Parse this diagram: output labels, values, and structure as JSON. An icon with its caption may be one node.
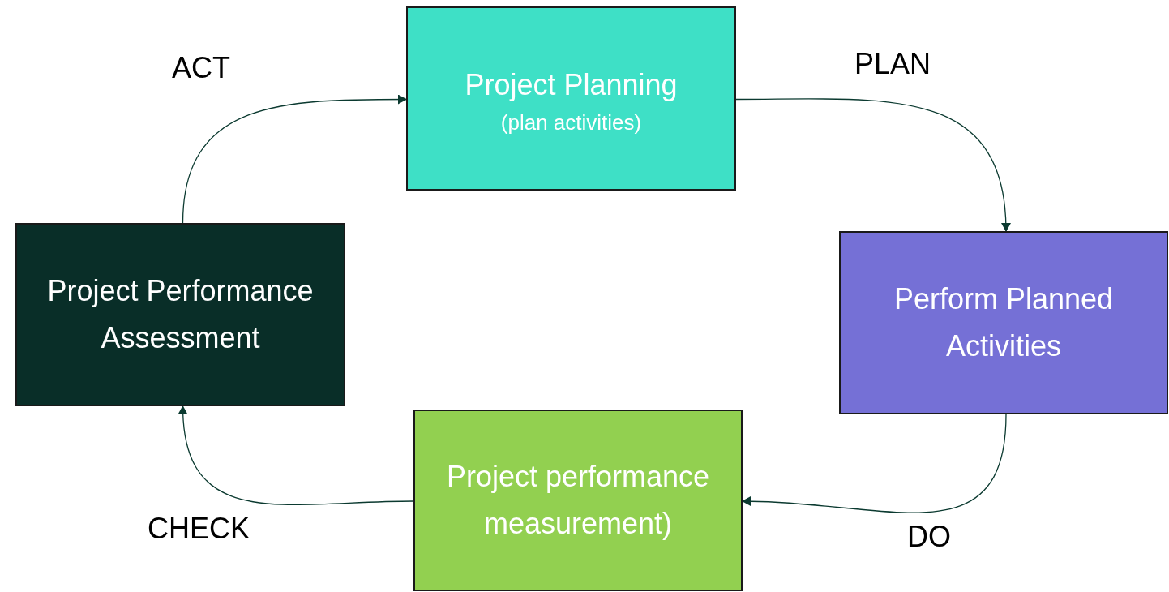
{
  "diagram": {
    "nodes": [
      {
        "text": [
          "Project Planning",
          "(plan activities)"
        ]
      },
      {
        "text": [
          "Perform Planned Activities"
        ]
      },
      {
        "text": [
          "Project performance measurement)"
        ]
      },
      {
        "text": [
          "Project Performance Assessment"
        ]
      }
    ],
    "edges": [
      {
        "from": 0,
        "to": 1,
        "arrow": "to"
      },
      {
        "from": 1,
        "to": 2,
        "arrow": "to"
      },
      {
        "from": 2,
        "to": 3,
        "arrow": "to"
      },
      {
        "from": 3,
        "to": 0,
        "arrow": "to"
      }
    ],
    "labels": [
      "ACT",
      "PLAN",
      "CHECK",
      "DO"
    ]
  }
}
